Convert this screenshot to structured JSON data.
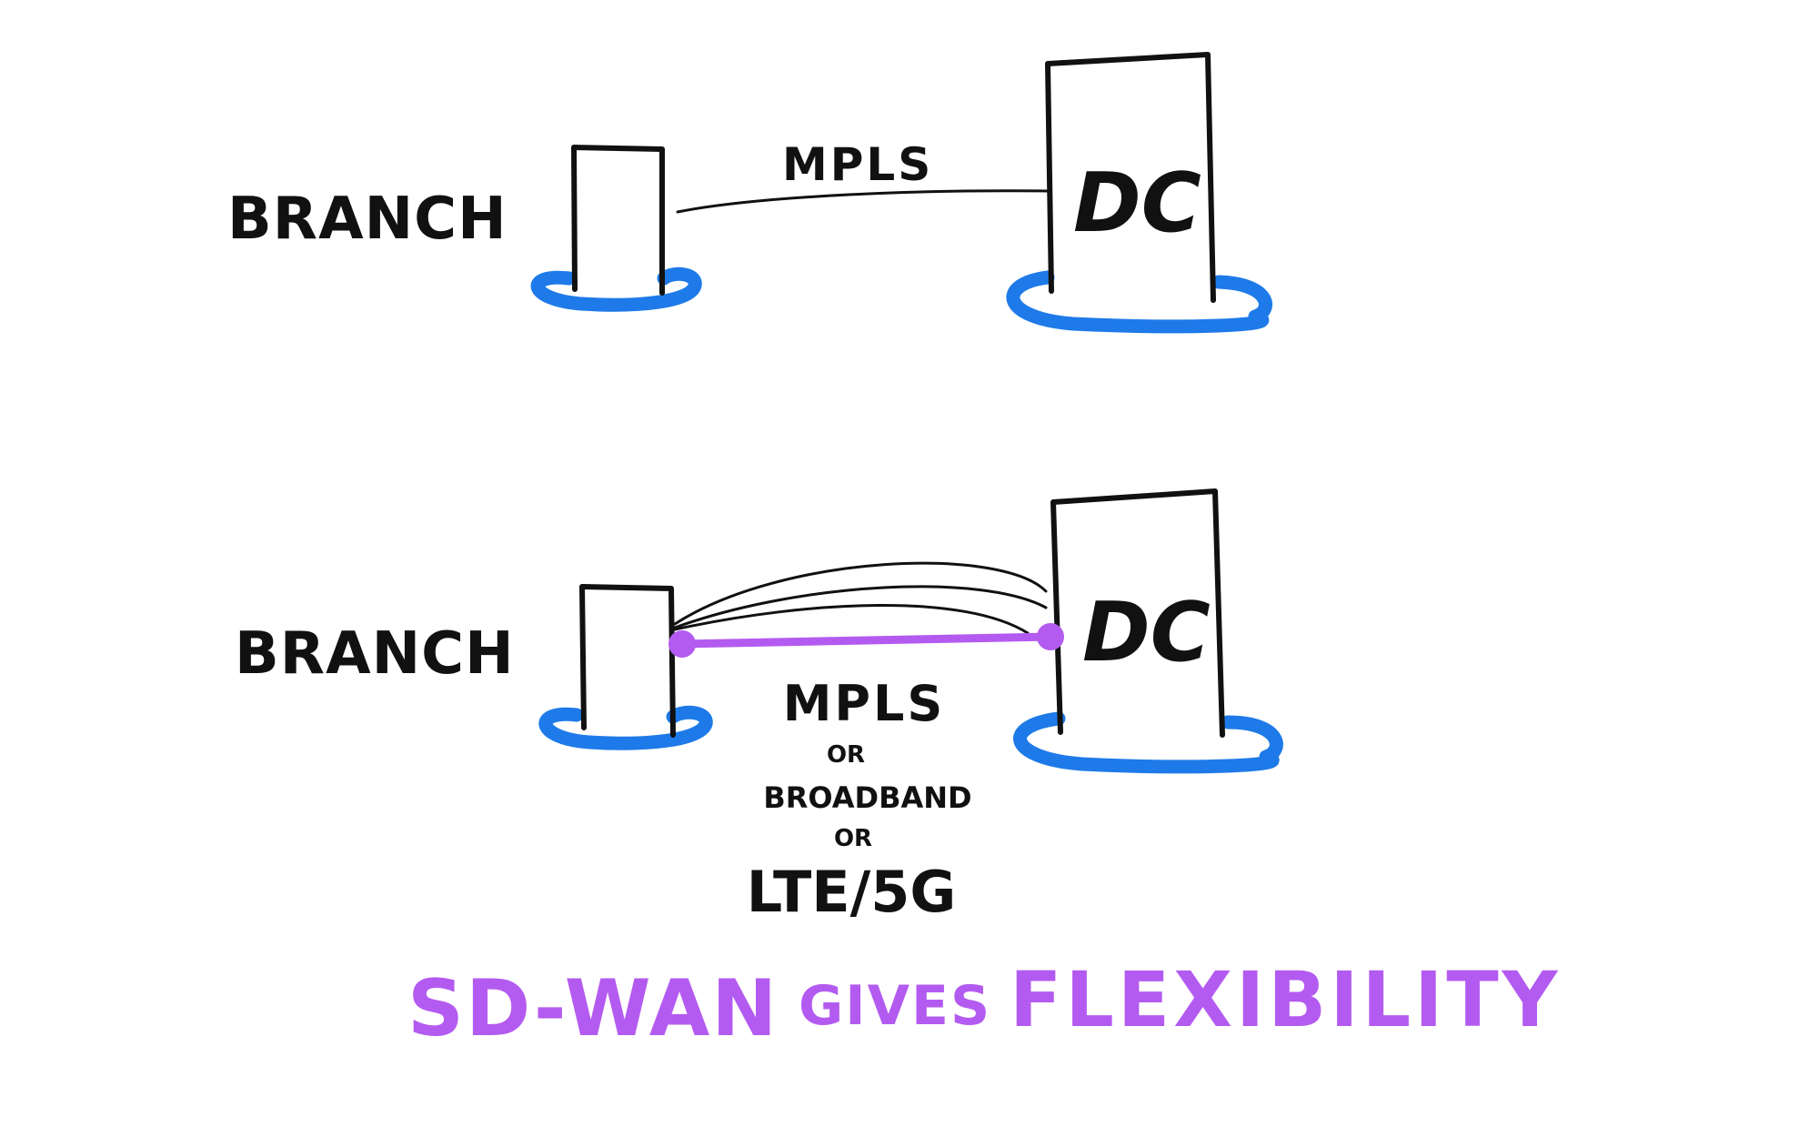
{
  "colors": {
    "ink": "#111111",
    "base": "#1e7ae8",
    "highlight": "#b35bf0"
  },
  "top_diagram": {
    "branch_label": "BRANCH",
    "dc_label": "DC",
    "link_label": "MPLS"
  },
  "bottom_diagram": {
    "branch_label": "BRANCH",
    "dc_label": "DC",
    "link_options": {
      "line1": "MPLS",
      "line2": "OR",
      "line3": "BROADBAND",
      "line4": "OR",
      "line5": "LTE/5G"
    }
  },
  "caption": {
    "part1": "SD-WAN",
    "part2": "GIVES",
    "part3": "FLEXIBILITY"
  }
}
